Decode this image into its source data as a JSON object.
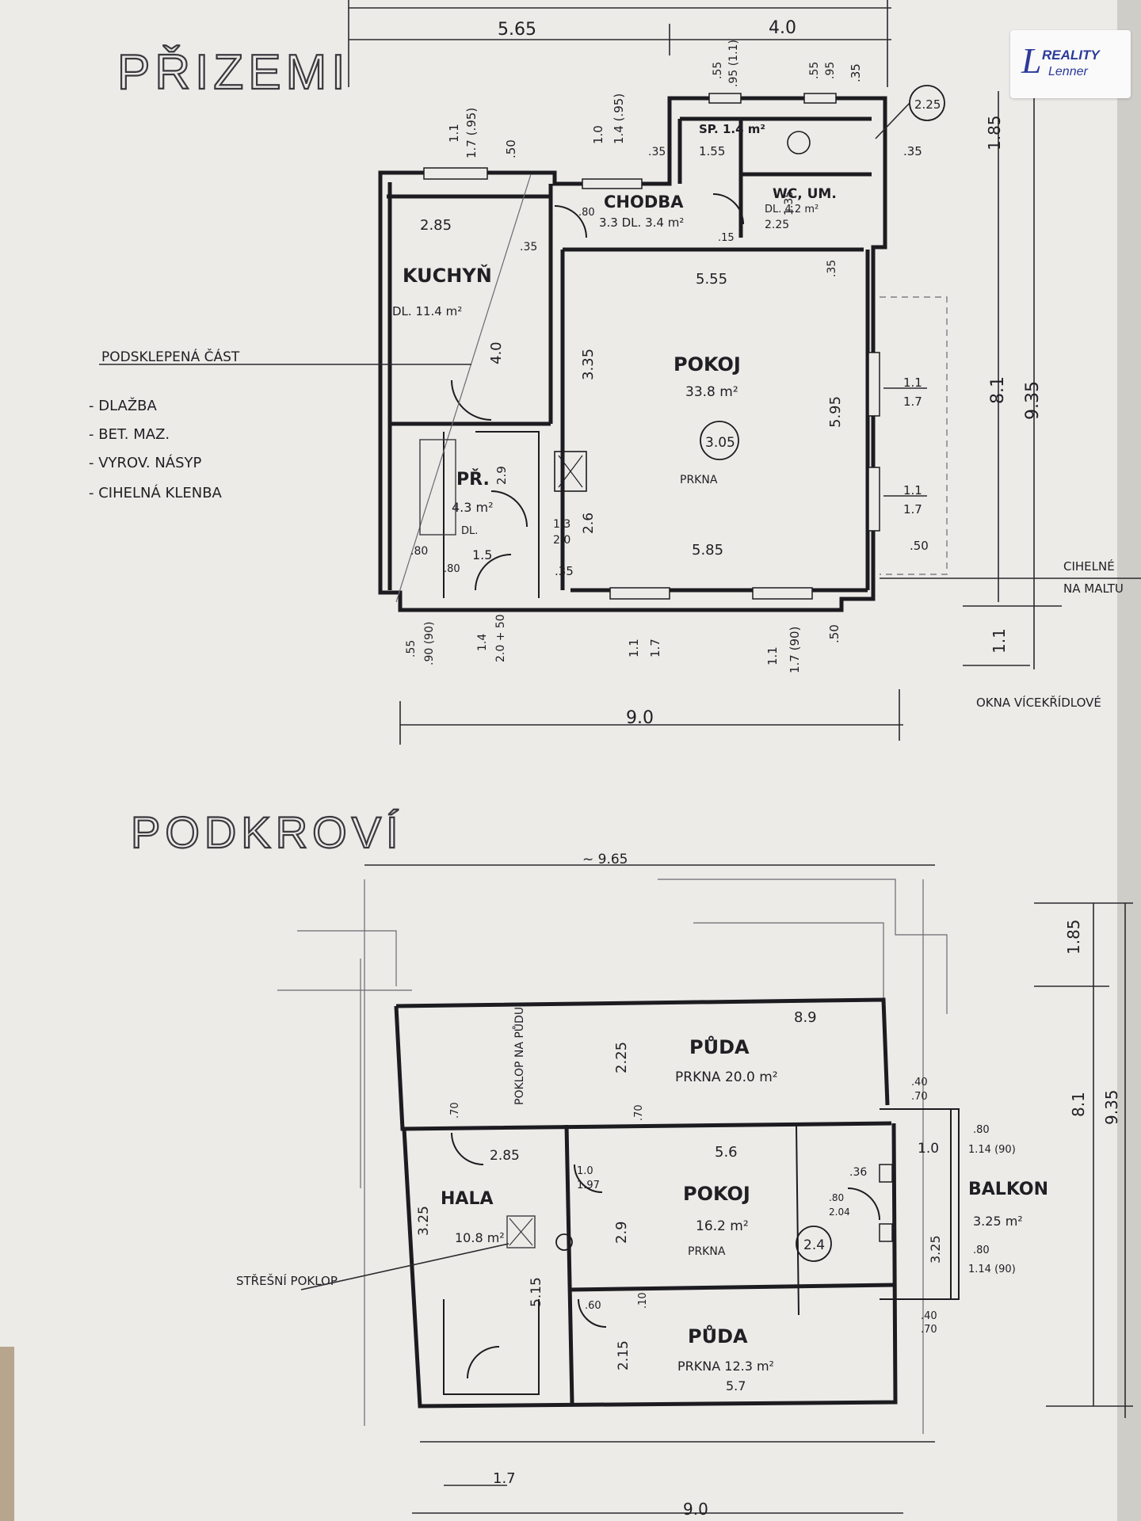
{
  "logo": {
    "line1": "REALITY",
    "line2": "Lenner",
    "mark": "L",
    "color": "#2c3a9a"
  },
  "ground_floor": {
    "title": "PŘIZEMI",
    "rooms": {
      "kitchen": {
        "name": "KUCHYŇ",
        "area": "DL. 11.4 m²",
        "width": "2.85"
      },
      "corridor": {
        "name": "CHODBA",
        "area": "3.3 DL. 3.4 m²"
      },
      "pantry": {
        "name": "SP. 1.4 m²",
        "width": "1.55"
      },
      "wc": {
        "name": "WC, UM.",
        "area": "DL. 4.2 m²",
        "width": "2.25"
      },
      "room": {
        "name": "POKOJ",
        "area": "33.8 m²",
        "floor": "PRKNA",
        "height": "3.05",
        "width_top": "5.55",
        "width_bottom": "5.85",
        "depth_right": "5.95",
        "depth_left": "3.35"
      },
      "hall": {
        "name": "PŘ.",
        "area": "4.3 m²",
        "note": "DL.",
        "height": "2.9",
        "width": "1.5"
      }
    },
    "dims": {
      "top_left": "5.65",
      "top_right": "4.0",
      "bottom_total": "9.0",
      "right_a": "1.85",
      "right_b": "8.1",
      "right_c": "9.35",
      "right_d": "1.1",
      "kitchen_stair": "4.0",
      "hall_depth": "2.6",
      "stair_w": "2.25",
      "win1": "1.1",
      "win1b": "1.7 (.95)",
      "win2": "1.0",
      "win2b": "1.4 (.95)",
      "d50": ".50",
      "d35": ".35",
      "d55": ".55",
      "d95": ".95 (1.1)",
      "d55b": ".55",
      "d95b": ".95",
      "d35b": ".35",
      "d80": ".80",
      "d15": ".15",
      "d135": "1.35",
      "rwin_a": "1.1",
      "rwin_a2": "1.7",
      "rwin_b": "1.1",
      "rwin_b2": "1.7",
      "r50": ".50",
      "bwin_a": "1.1",
      "bwin_a2": "1.7",
      "bwin_b": "1.1",
      "bwin_b2": "1.7 (90)",
      "b50": ".50",
      "bleft_a": ".55",
      "bleft_a2": ".90 (90)",
      "bleft_b": "1.4",
      "bleft_b2": "2.0 + 50",
      "h80": ".80",
      "h80b": ".80",
      "h13": "1.3",
      "h20": "2.0",
      "h35": ".35"
    },
    "legend": {
      "heading": "PODSKLEPENÁ ČÁST",
      "items": [
        "- DLAŽBA",
        "- BET. MAZ.",
        "- VYROV. NÁSYP",
        "- CIHELNÁ KLENBA"
      ]
    },
    "side_notes": {
      "brick": "CIHELNÉ",
      "plaster": "NA MALTU",
      "windows": "OKNA VÍCEKŘÍDLOVÉ"
    },
    "height_circle": "2.25"
  },
  "attic_floor": {
    "title": "PODKROVÍ",
    "rooms": {
      "loft_top": {
        "name": "PŮDA",
        "area": "PRKNA 20.0 m²",
        "width": "8.9",
        "depth": "2.25"
      },
      "hall": {
        "name": "HALA",
        "area": "10.8 m²",
        "width": "2.85",
        "depth": "3.25",
        "stair": "5.15"
      },
      "room": {
        "name": "POKOJ",
        "area": "16.2 m²",
        "floor": "PRKNA",
        "height": "2.4",
        "width": "5.6",
        "depth": "2.9"
      },
      "loft_bottom": {
        "name": "PŮDA",
        "area": "PRKNA 12.3 m²",
        "width": "5.7",
        "depth": "2.15"
      },
      "balcony": {
        "name": "BALKON",
        "area": "3.25 m²",
        "width": "1.0",
        "depth": "3.25"
      }
    },
    "dims": {
      "top_total": "~ 9.65",
      "bottom_total": "9.0",
      "bottom_hall": "1.7",
      "right_a": "1.85",
      "right_b": "8.1",
      "right_c": "9.35",
      "hatch": "POKLOP NA PŮDU",
      "roof_window": "STŘEŠNÍ POKLOP",
      "d70": ".70",
      "d70b": ".70",
      "d40": ".40",
      "d70c": ".70",
      "d40b": ".40",
      "d70d": ".70",
      "d10": "1.0",
      "d197": "1.97",
      "d60": ".60",
      "d10b": ".10",
      "d36": ".36",
      "d80": ".80",
      "d204": "2.04",
      "bw1": ".80",
      "bw1b": "1.14 (90)",
      "bw2": ".80",
      "bw2b": "1.14 (90)"
    }
  }
}
